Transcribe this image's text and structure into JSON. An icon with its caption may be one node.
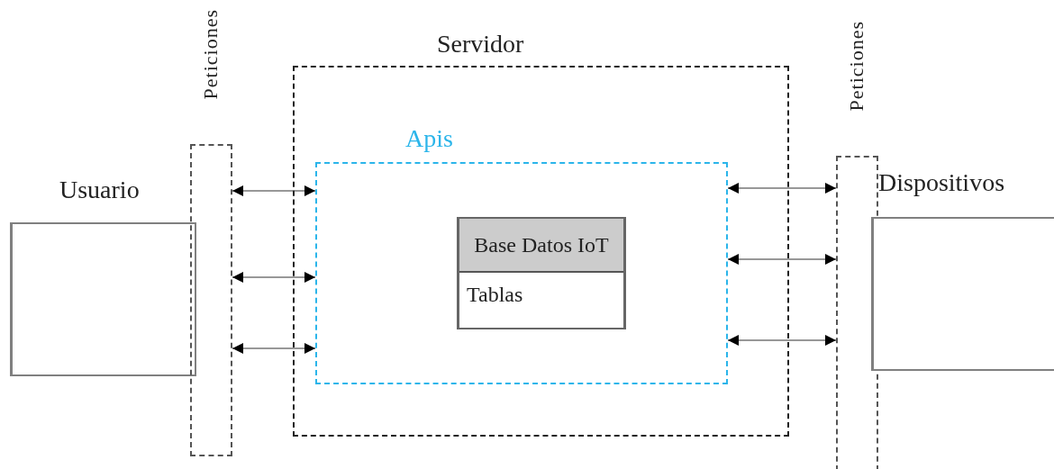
{
  "diagram": {
    "nodes": [
      {
        "text": [
          "Usuario"
        ]
      },
      {
        "text": [
          "Peticiones"
        ]
      },
      {
        "text": [
          "Servidor"
        ]
      },
      {
        "text": [
          "Apis"
        ],
        "in": 2
      },
      {
        "text": [
          "Base Datos IoT",
          "Tablas"
        ],
        "in": 3
      },
      {
        "text": [
          "Peticiones"
        ]
      },
      {
        "text": [
          "Dispositivos"
        ]
      }
    ],
    "edges": [
      {
        "from": 1,
        "to": 3,
        "arrow": "both"
      },
      {
        "from": 1,
        "to": 3,
        "arrow": "both"
      },
      {
        "from": 1,
        "to": 3,
        "arrow": "both"
      },
      {
        "from": 3,
        "to": 5,
        "arrow": "both"
      },
      {
        "from": 3,
        "to": 5,
        "arrow": "both"
      },
      {
        "from": 3,
        "to": 5,
        "arrow": "both"
      }
    ]
  }
}
